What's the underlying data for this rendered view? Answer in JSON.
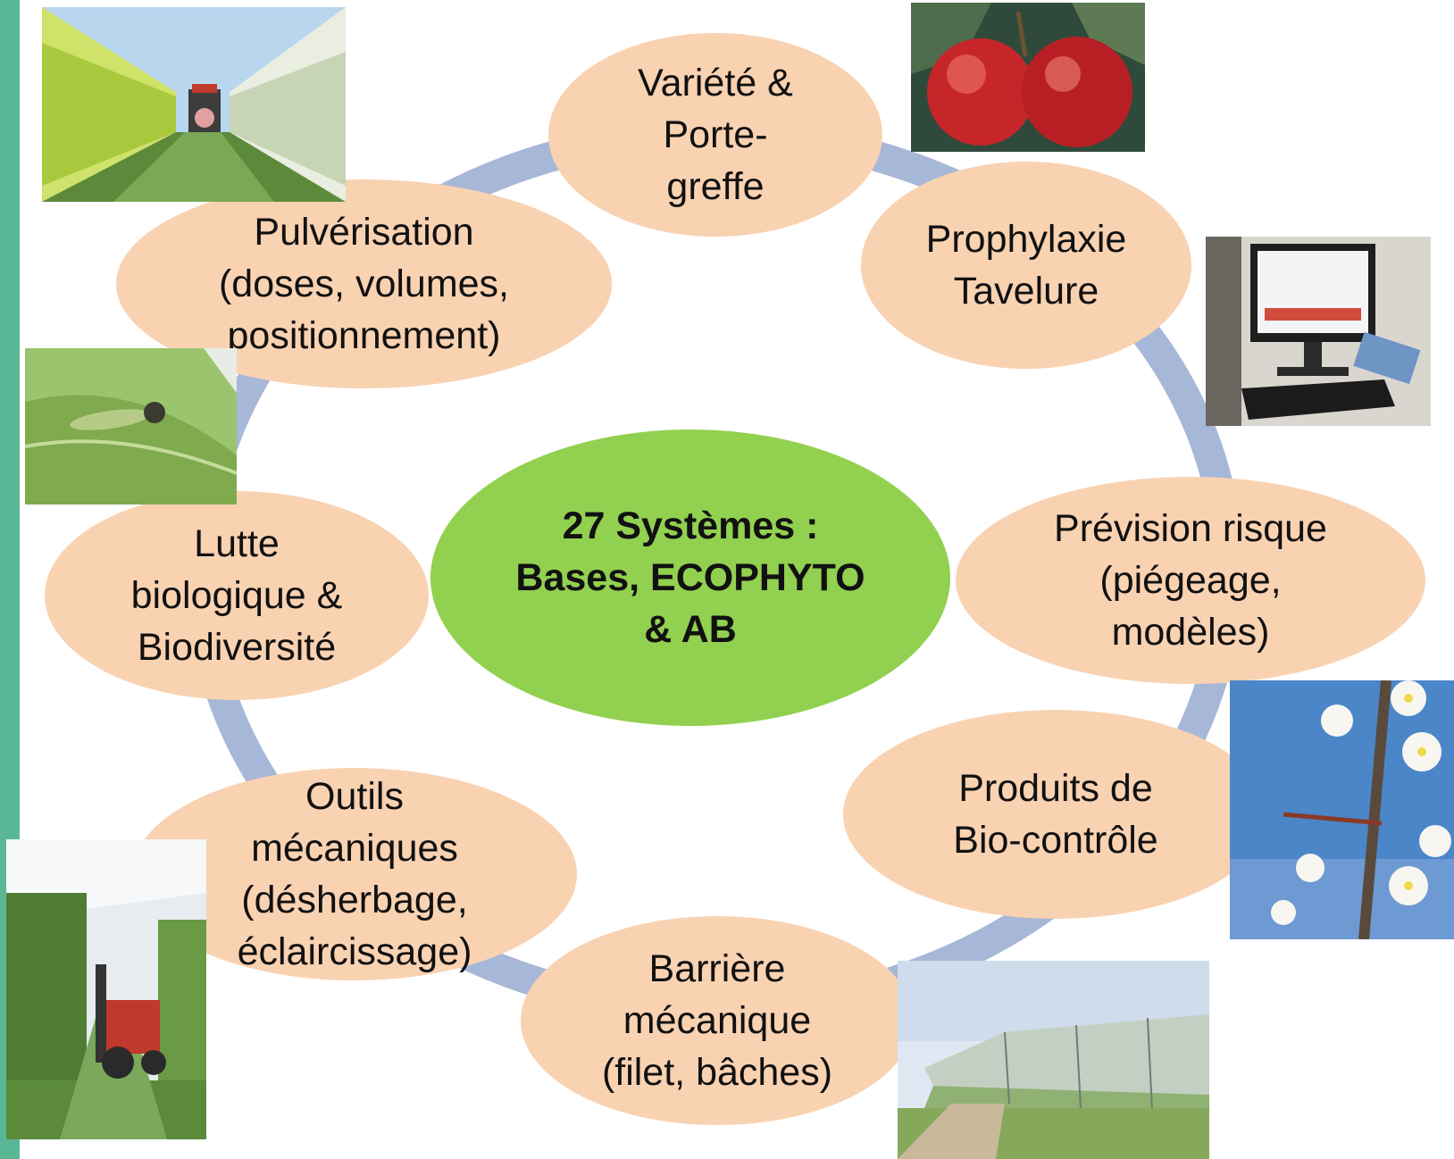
{
  "center": {
    "label": "27 Systèmes :\nBases, ECOPHYTO\n& AB"
  },
  "nodes": [
    {
      "id": "variete",
      "label": "Variété &\nPorte-\ngreffe"
    },
    {
      "id": "prophylaxie",
      "label": "Prophylaxie\nTavelure"
    },
    {
      "id": "prevision",
      "label": "Prévision risque\n(piégeage,\nmodèles)"
    },
    {
      "id": "produits",
      "label": "Produits  de\nBio-contrôle"
    },
    {
      "id": "barriere",
      "label": "Barrière\nmécanique\n(filet, bâches)"
    },
    {
      "id": "outils",
      "label": "Outils\nmécaniques\n(désherbage,\néclaircissage)"
    },
    {
      "id": "lutte",
      "label": "Lutte\nbiologique &\nBiodiversité"
    },
    {
      "id": "pulverisation",
      "label": "Pulvérisation\n(doses, volumes,\npositionnement)"
    }
  ],
  "colors": {
    "node_fill": "#f9d2b2",
    "center_fill": "#92d050",
    "ring": "#a7b7d8",
    "side_bar": "#5ab796"
  }
}
